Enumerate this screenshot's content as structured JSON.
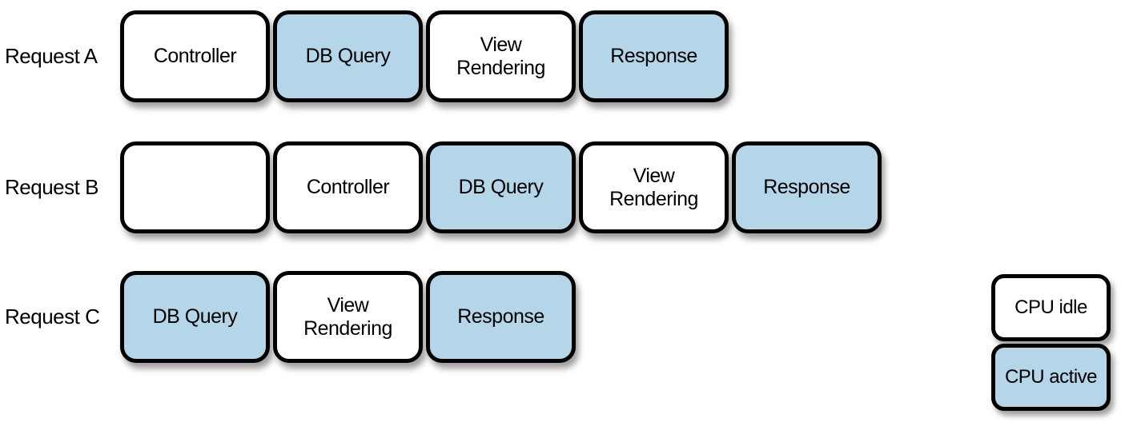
{
  "colors": {
    "cpu_idle_fill": "#ffffff",
    "cpu_active_fill": "#b5d5e9",
    "border": "#000000",
    "text": "#000000",
    "background": "#ffffff"
  },
  "rows": [
    {
      "label": "Request A",
      "blocks": [
        {
          "label": "Controller",
          "state": "cpu-idle"
        },
        {
          "label": "DB Query",
          "state": "cpu-active"
        },
        {
          "label": "View Rendering",
          "state": "cpu-idle"
        },
        {
          "label": "Response",
          "state": "cpu-active"
        }
      ]
    },
    {
      "label": "Request B",
      "blocks": [
        {
          "label": "",
          "state": "cpu-idle"
        },
        {
          "label": "Controller",
          "state": "cpu-idle"
        },
        {
          "label": "DB Query",
          "state": "cpu-active"
        },
        {
          "label": "View Rendering",
          "state": "cpu-idle"
        },
        {
          "label": "Response",
          "state": "cpu-active"
        }
      ]
    },
    {
      "label": "Request C",
      "blocks": [
        {
          "label": "DB Query",
          "state": "cpu-active"
        },
        {
          "label": "View Rendering",
          "state": "cpu-idle"
        },
        {
          "label": "Response",
          "state": "cpu-active"
        }
      ]
    }
  ],
  "legend": [
    {
      "label": "CPU idle",
      "state": "cpu-idle"
    },
    {
      "label": "CPU active",
      "state": "cpu-active"
    }
  ]
}
